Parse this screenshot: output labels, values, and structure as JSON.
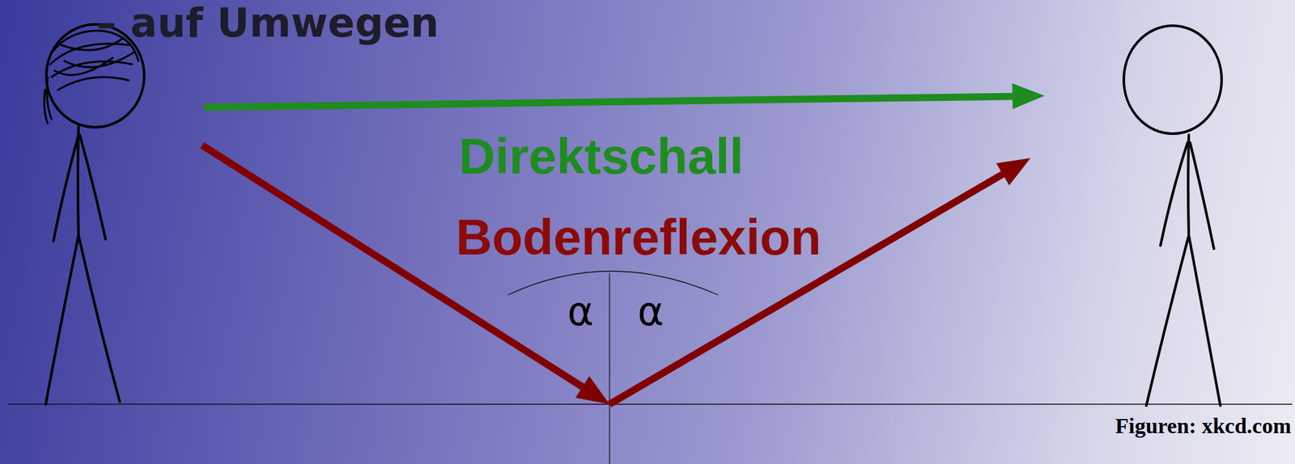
{
  "diagram": {
    "labels": [
      "– auf Umwegen",
      "Direktschall",
      "Bodenreflexion",
      "α",
      "α",
      "Figuren: xkcd.com"
    ]
  }
}
